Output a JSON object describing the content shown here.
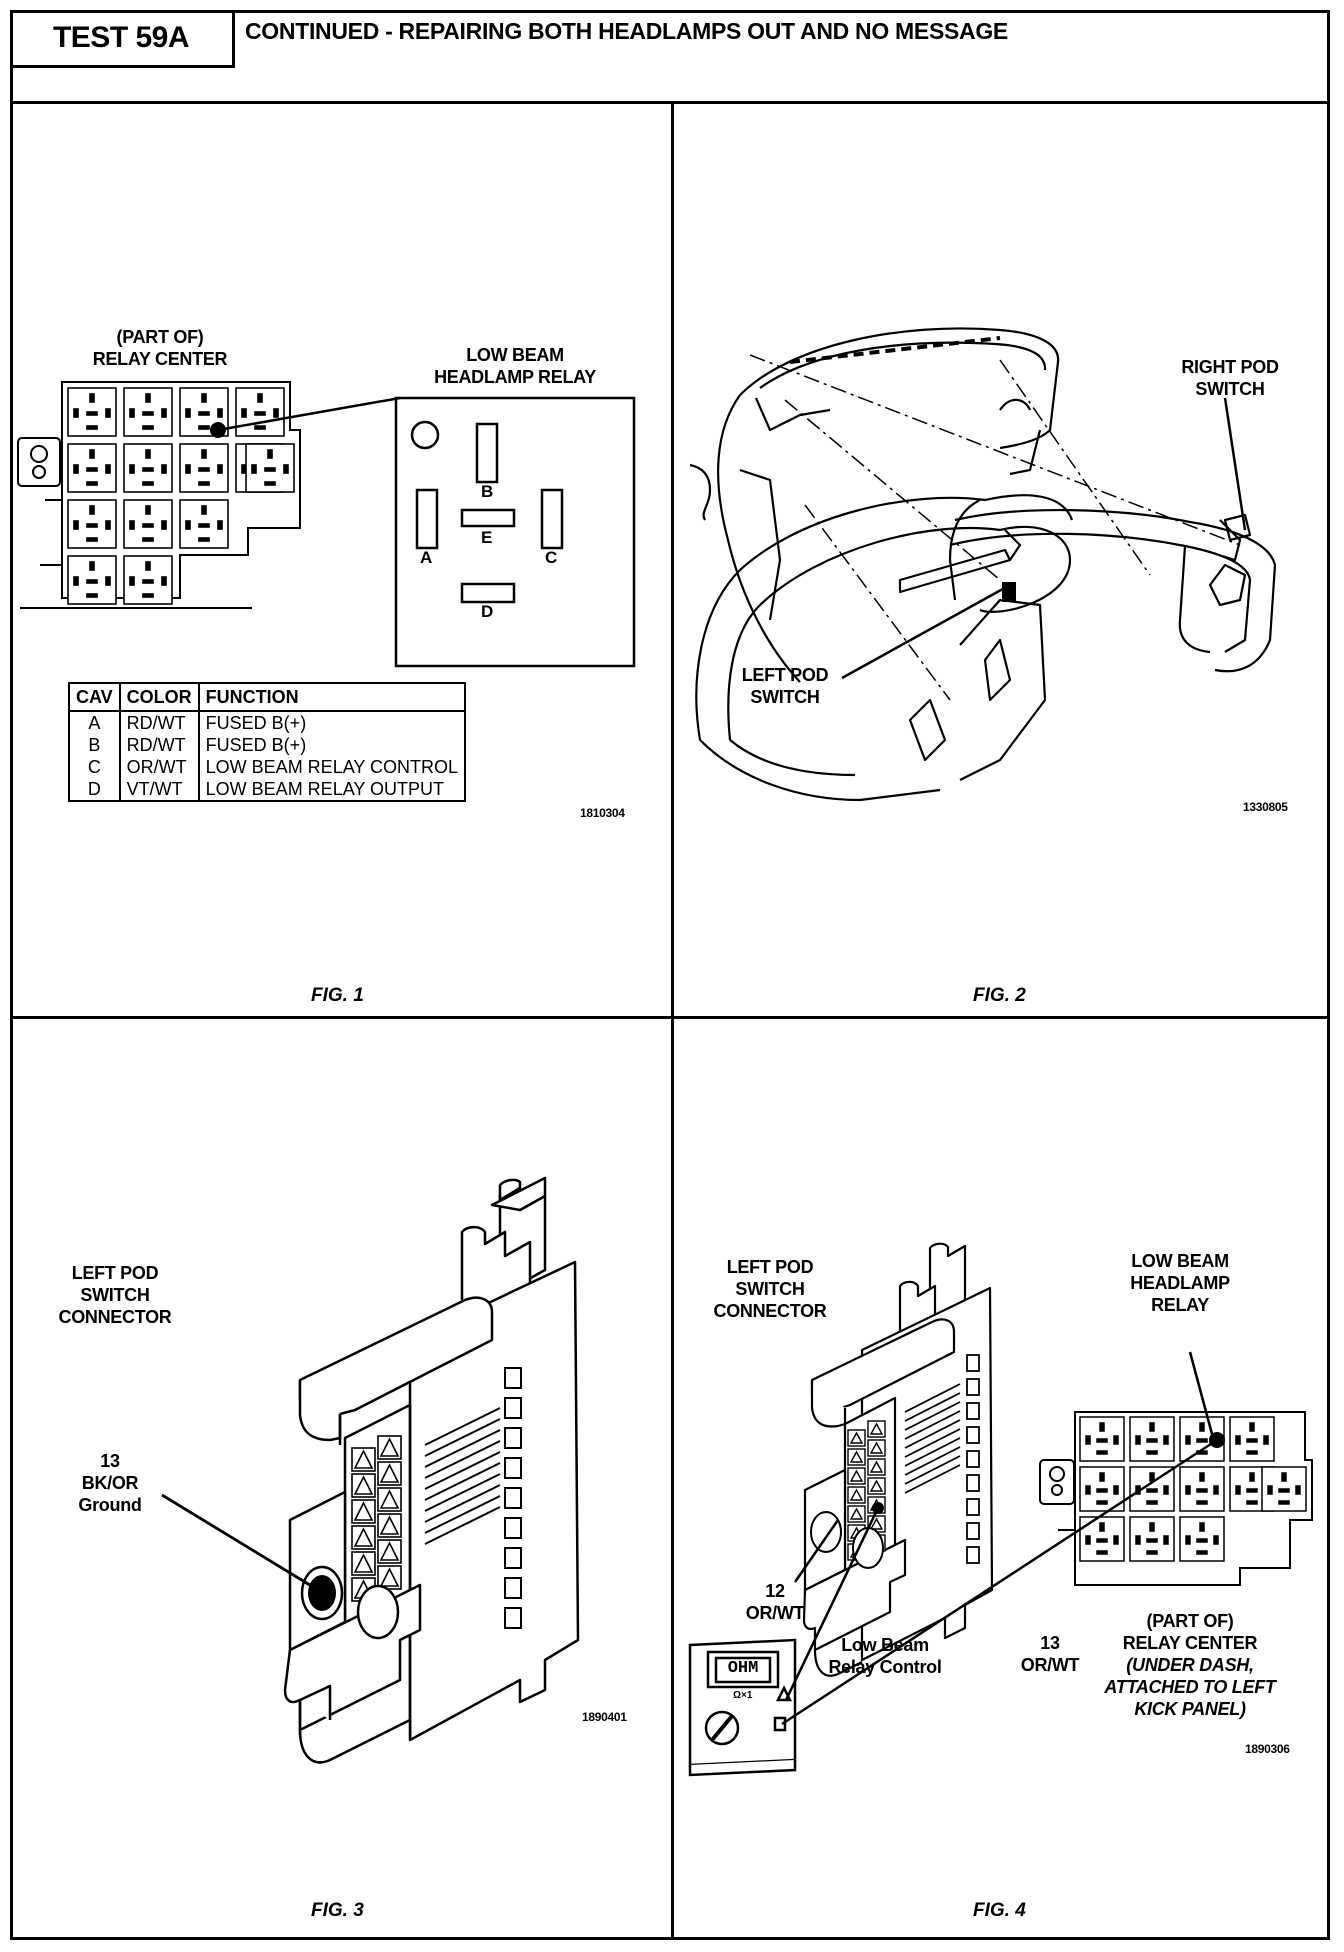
{
  "header": {
    "test_label": "TEST 59A",
    "title": "CONTINUED - REPAIRING BOTH HEADLAMPS OUT AND NO MESSAGE"
  },
  "fig1": {
    "relay_center_label_1": "(PART OF)",
    "relay_center_label_2": "RELAY CENTER",
    "relay_label_1": "LOW BEAM",
    "relay_label_2": "HEADLAMP RELAY",
    "terminals": [
      "A",
      "B",
      "C",
      "D",
      "E"
    ],
    "table": {
      "headers": [
        "CAV",
        "COLOR",
        "FUNCTION"
      ],
      "rows": [
        {
          "cav": "A",
          "color": "RD/WT",
          "function": "FUSED B(+)"
        },
        {
          "cav": "B",
          "color": "RD/WT",
          "function": "FUSED B(+)"
        },
        {
          "cav": "C",
          "color": "OR/WT",
          "function": "LOW BEAM RELAY CONTROL"
        },
        {
          "cav": "D",
          "color": "VT/WT",
          "function": "LOW BEAM RELAY OUTPUT"
        }
      ]
    },
    "ref_number": "1810304",
    "caption": "FIG. 1"
  },
  "fig2": {
    "right_label_1": "RIGHT POD",
    "right_label_2": "SWITCH",
    "left_label_1": "LEFT POD",
    "left_label_2": "SWITCH",
    "ref_number": "1330805",
    "caption": "FIG. 2"
  },
  "fig3": {
    "connector_label_1": "LEFT POD",
    "connector_label_2": "SWITCH",
    "connector_label_3": "CONNECTOR",
    "pin_label_1": "13",
    "pin_label_2": "BK/OR",
    "pin_label_3": "Ground",
    "ref_number": "1890401",
    "caption": "FIG. 3"
  },
  "fig4": {
    "connector_label_1": "LEFT POD",
    "connector_label_2": "SWITCH",
    "connector_label_3": "CONNECTOR",
    "relay_label_1": "LOW BEAM",
    "relay_label_2": "HEADLAMP",
    "relay_label_3": "RELAY",
    "pin12_1": "12",
    "pin12_2": "OR/WT",
    "control_1": "Low Beam",
    "control_2": "Relay Control",
    "pin13_1": "13",
    "pin13_2": "OR/WT",
    "center_1": "(PART OF)",
    "center_2": "RELAY CENTER",
    "center_3": "(UNDER DASH,",
    "center_4": "ATTACHED TO LEFT",
    "center_5": "KICK PANEL)",
    "meter_display": "OHM",
    "meter_range": "Ω×1",
    "ref_number": "1890306",
    "caption": "FIG. 4"
  }
}
